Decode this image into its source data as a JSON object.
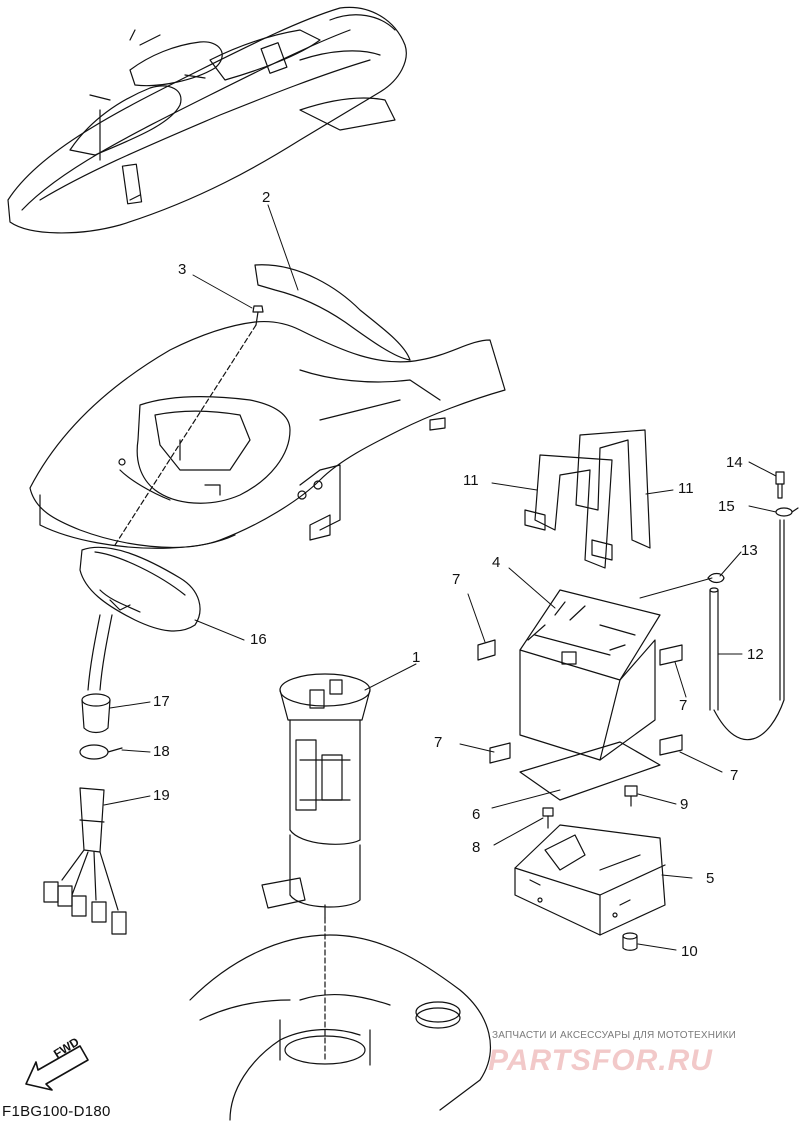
{
  "diagram_code": "F1BG100-D180",
  "watermark": {
    "tagline": "ЗАПЧАСТИ И АКСЕССУАРЫ ДЛЯ МОТОТЕХНИКИ",
    "logo": "PARTSFOR.RU"
  },
  "direction_marker": "FWD",
  "callouts": [
    "1",
    "2",
    "3",
    "4",
    "5",
    "6",
    "7",
    "8",
    "9",
    "10",
    "11",
    "12",
    "13",
    "14",
    "15",
    "16",
    "17",
    "18",
    "19"
  ]
}
